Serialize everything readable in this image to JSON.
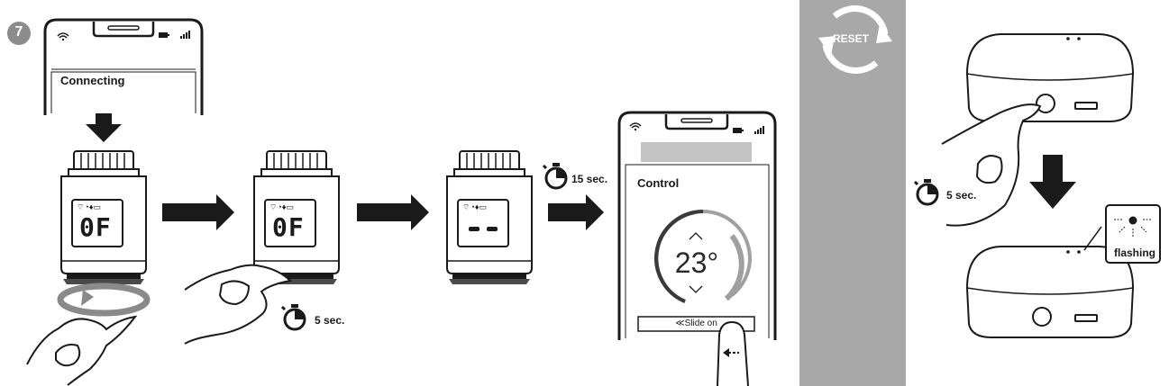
{
  "step": {
    "number": "7"
  },
  "phone_top": {
    "status_text": "Connecting"
  },
  "thermostat": {
    "display_value": "0F"
  },
  "timers": {
    "hold_5": "5 sec.",
    "wait_15": "15 sec.",
    "reset_hold": "5 sec."
  },
  "phone_control": {
    "title": "Control",
    "temperature": "23°",
    "slide_button": "≪Slide on"
  },
  "reset": {
    "label": "RESET"
  },
  "gateway": {
    "led_label": "flashing"
  },
  "colors": {
    "reset_panel": "#a8a8a8",
    "arc_dark": "#3a3a3a",
    "arc_light": "#a0a0a0",
    "ink": "#1a1a1a"
  }
}
